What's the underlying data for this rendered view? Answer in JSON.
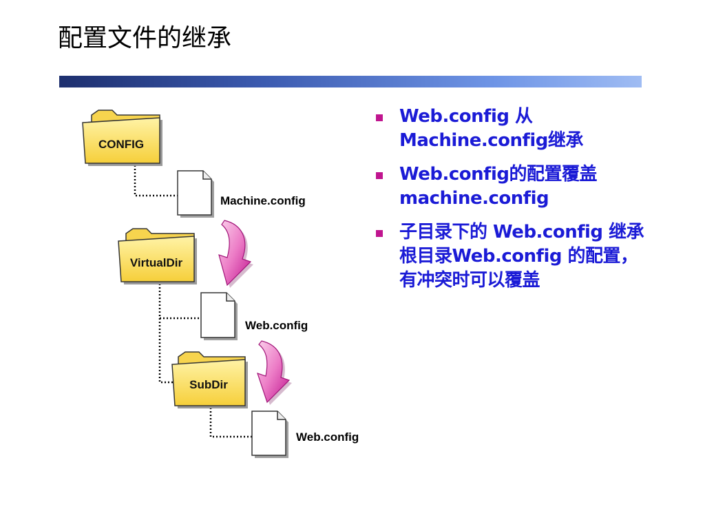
{
  "title": "配置文件的继承",
  "diagram": {
    "folders": [
      {
        "label": "CONFIG"
      },
      {
        "label": "VirtualDir"
      },
      {
        "label": "SubDir"
      }
    ],
    "files": [
      {
        "label": "Machine.config"
      },
      {
        "label": "Web.config"
      },
      {
        "label": "Web.config"
      }
    ],
    "colors": {
      "folder_fill": "#fbe36b",
      "folder_edge": "#333333",
      "arrow": "#e04aa8",
      "connector": "#000000"
    }
  },
  "bullets": [
    {
      "text": "Web.config 从 Machine.config继承"
    },
    {
      "text": "Web.config的配置覆盖 machine.config"
    },
    {
      "text": "子目录下的 Web.config 继承根目录Web.config 的配置，有冲突时可以覆盖"
    }
  ],
  "colors": {
    "bullet_text": "#1b1bd6",
    "bullet_marker": "#c0158f",
    "rule_dark": "#1d2f6e",
    "rule_light": "#9fbcf3"
  }
}
